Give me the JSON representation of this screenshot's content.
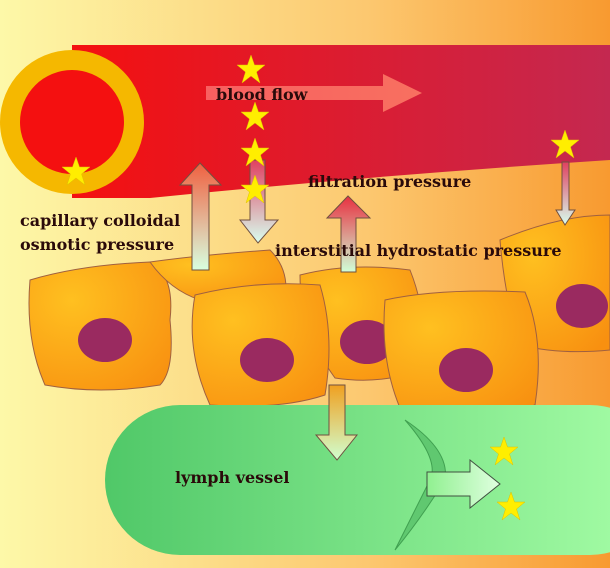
{
  "labels": {
    "blood_flow": "blood flow",
    "filtration_pressure": "filtration pressure",
    "capillary_colloidal_line1": "capillary colloidal",
    "capillary_colloidal_line2": "osmotic pressure",
    "interstitial_hydrostatic": "interstitial hydrostatic pressure",
    "lymph_vessel": "lymph vessel"
  },
  "colors": {
    "capillary": "#e8102a",
    "capillary_wall": "#f5b800",
    "lymph": "#70e080",
    "cell": "#f8a010",
    "nucleus": "#9a2a60",
    "star": "#ffee00"
  }
}
